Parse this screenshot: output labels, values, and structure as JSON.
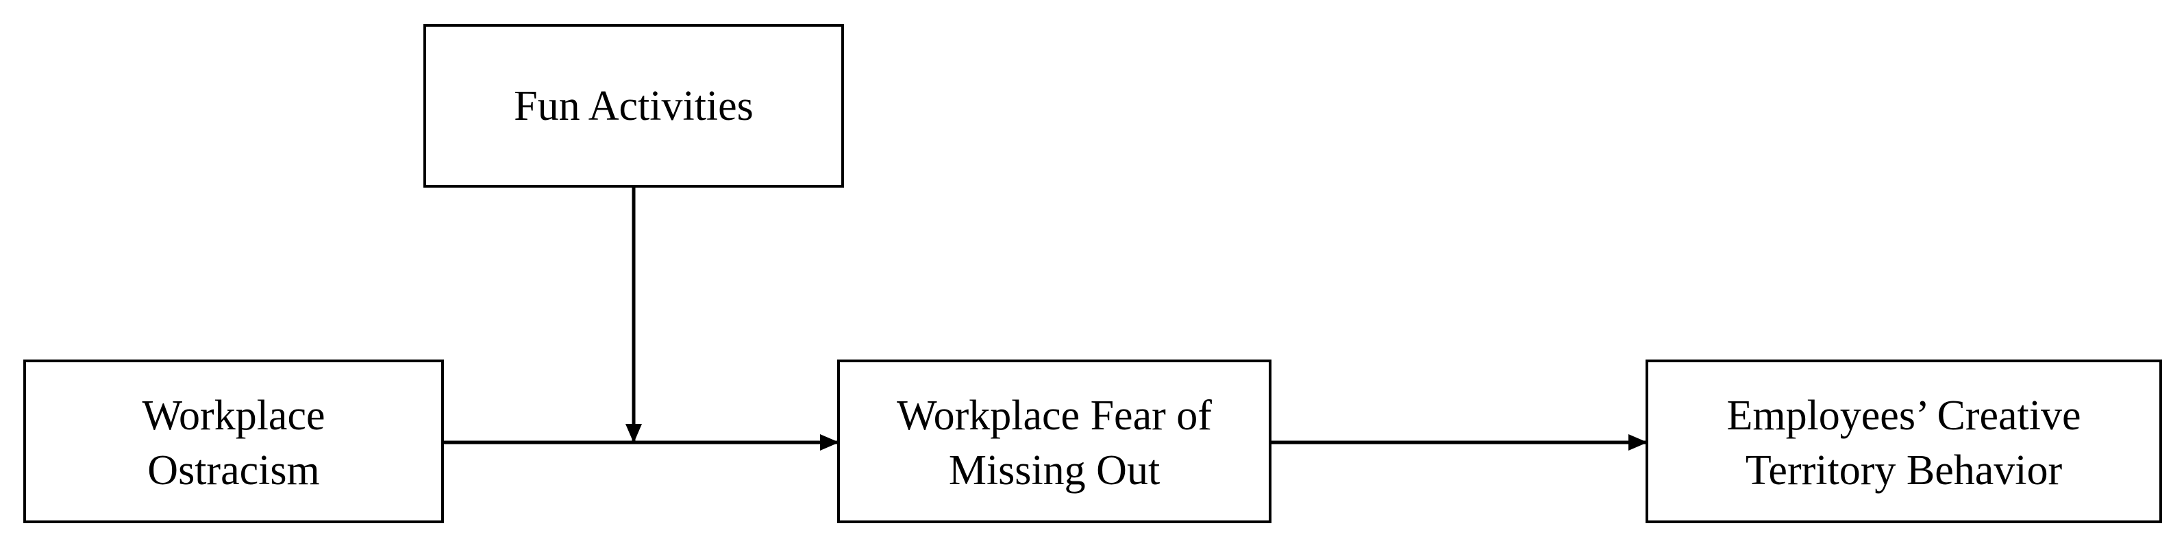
{
  "diagram": {
    "nodes": {
      "moderator": {
        "lines": [
          "Fun Activities"
        ]
      },
      "independent": {
        "lines": [
          "Workplace",
          "Ostracism"
        ]
      },
      "mediator": {
        "lines": [
          "Workplace Fear of",
          "Missing Out"
        ]
      },
      "dependent": {
        "lines": [
          "Employees’ Creative",
          "Territory Behavior"
        ]
      }
    },
    "edges": [
      {
        "from": "independent",
        "to": "mediator"
      },
      {
        "from": "mediator",
        "to": "dependent"
      },
      {
        "from": "moderator",
        "to": "independent-mediator-path"
      }
    ]
  }
}
